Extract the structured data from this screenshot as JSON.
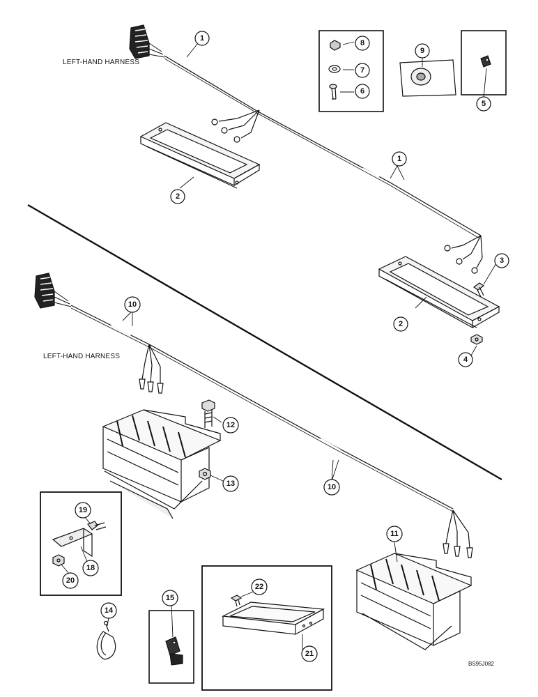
{
  "labels": {
    "harness_upper": "LEFT-HAND HARNESS",
    "harness_lower": "LEFT-HAND HARNESS",
    "figure_code": "BS95J082"
  },
  "callouts": {
    "c1a": "1",
    "c1b": "1",
    "c2a": "2",
    "c2b": "2",
    "c3": "3",
    "c4": "4",
    "c5": "5",
    "c6": "6",
    "c7": "7",
    "c8": "8",
    "c9": "9",
    "c10a": "10",
    "c10b": "10",
    "c11": "11",
    "c12": "12",
    "c13": "13",
    "c14": "14",
    "c15": "15",
    "c18": "18",
    "c19": "19",
    "c20": "20",
    "c21": "21",
    "c22": "22"
  }
}
